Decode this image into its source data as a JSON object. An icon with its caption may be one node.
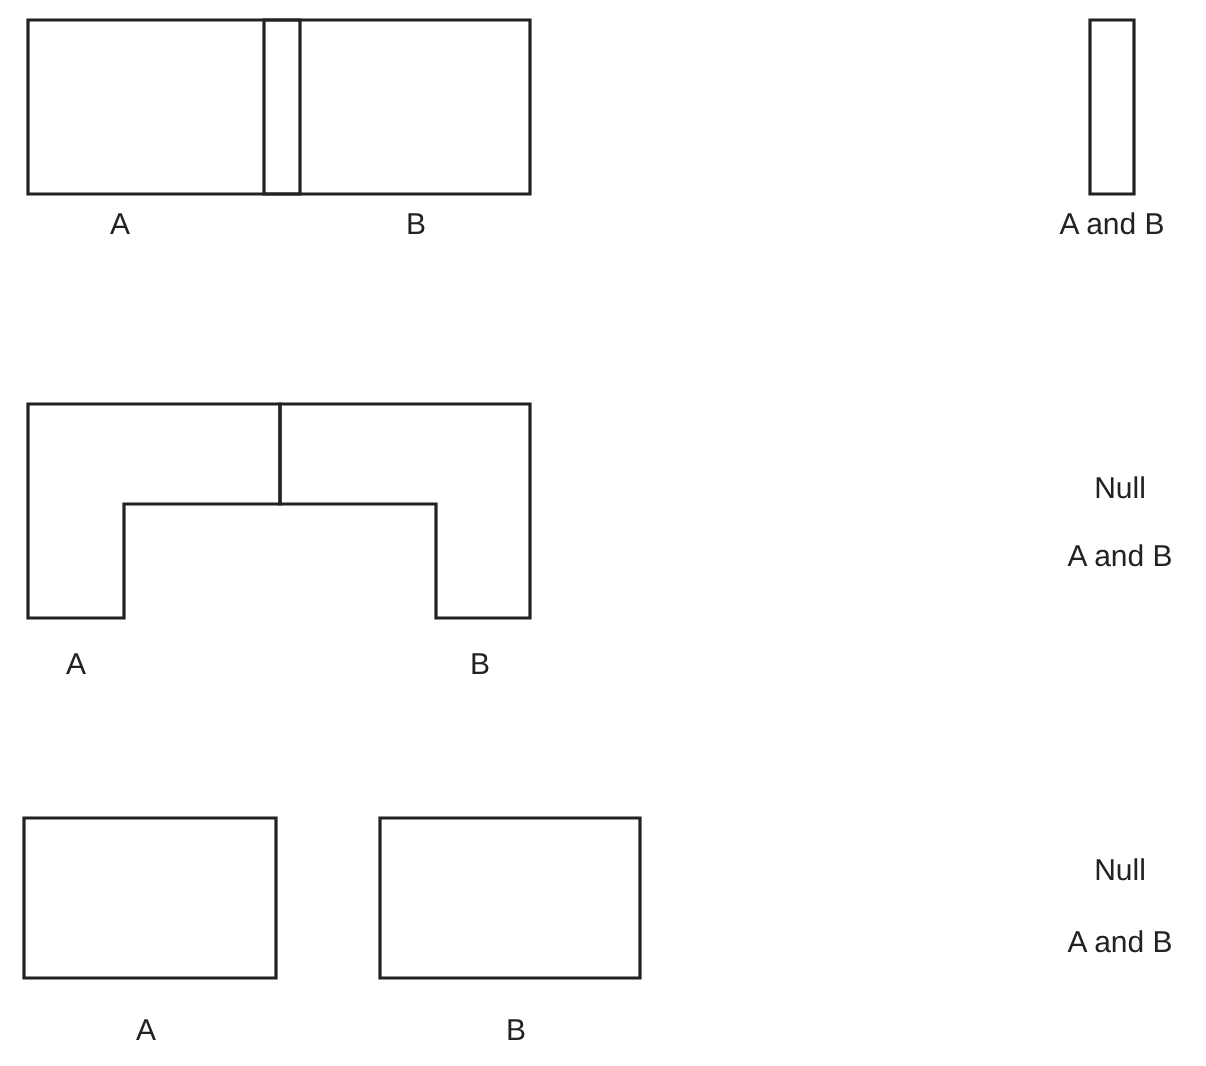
{
  "diagram": {
    "nodes": [
      {
        "text": [
          "A"
        ]
      },
      {
        "text": [
          "B"
        ]
      },
      {
        "text": [
          "A and B"
        ]
      },
      {
        "text": [
          "A"
        ]
      },
      {
        "text": [
          "B"
        ]
      },
      {
        "text": [
          "A"
        ]
      },
      {
        "text": [
          "B"
        ]
      }
    ],
    "labels": [
      "Null",
      "A and B",
      "Null",
      "A and B"
    ]
  }
}
